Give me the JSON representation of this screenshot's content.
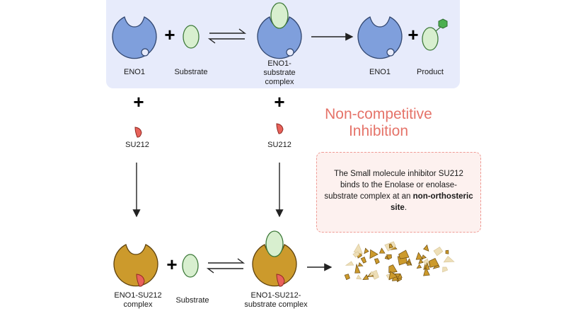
{
  "top_labels": {
    "eno1_left": "ENO1",
    "substrate": "Substrate",
    "complex": "ENO1-\nsubstrate\ncomplex",
    "eno1_right": "ENO1",
    "product": "Product"
  },
  "inhibitor": {
    "left": "SU212",
    "middle": "SU212"
  },
  "bottom_labels": {
    "inhibited_enzyme": "ENO1-SU212\ncomplex",
    "substrate": "Substrate",
    "inhibited_complex": "ENO1-SU212-\nsubstrate complex"
  },
  "title": "Non-competitive\nInhibition",
  "note": {
    "text_part1": "The Small molecule inhibitor SU212 binds to the Enolase or enolase-substrate complex at an ",
    "bold": "non-orthosteric site",
    "text_part2": "."
  },
  "colors": {
    "panel_bg": "#e7ebfb",
    "enzyme_blue": "#7f9fdc",
    "enzyme_blue_stroke": "#31466f",
    "enzyme_gold": "#cc9a2c",
    "enzyme_gold_stroke": "#5e420e",
    "substrate_fill": "#d8efcf",
    "substrate_stroke": "#3e7a3a",
    "product_group": "#4caf50",
    "inhibitor_red": "#e8625a",
    "title_red": "#e57369"
  },
  "icons": [
    "enzyme-blue",
    "enzyme-gold",
    "substrate-oval",
    "inhibitor-drop",
    "product-hexagon",
    "equilibrium-arrows",
    "reaction-arrow",
    "fragments"
  ]
}
